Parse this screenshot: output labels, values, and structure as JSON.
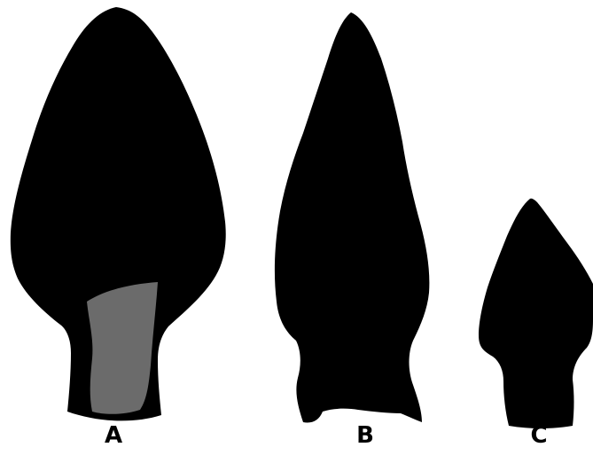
{
  "colors": {
    "background": "#ffffff",
    "silhouette": "#000000",
    "highlight": "#6b6b6b",
    "label": "#000000"
  },
  "specimens": [
    {
      "id": "A",
      "label": "A",
      "has_highlight": true
    },
    {
      "id": "B",
      "label": "B",
      "has_highlight": false
    },
    {
      "id": "C",
      "label": "C",
      "has_highlight": false
    }
  ]
}
